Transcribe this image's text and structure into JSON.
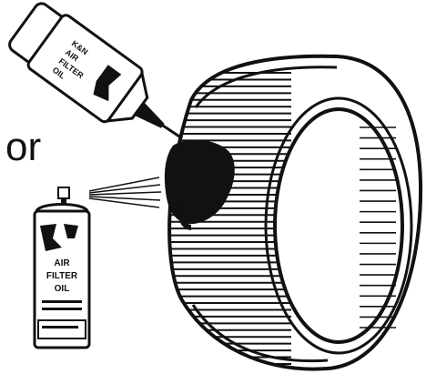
{
  "separator_word": "or",
  "squeeze_bottle": {
    "label_lines": [
      "K&N",
      "AIR",
      "FILTER",
      "OIL"
    ]
  },
  "spray_can": {
    "label_lines": [
      "AIR",
      "FILTER",
      "OIL"
    ]
  },
  "colors": {
    "ink": "#111111",
    "paper": "#ffffff"
  }
}
